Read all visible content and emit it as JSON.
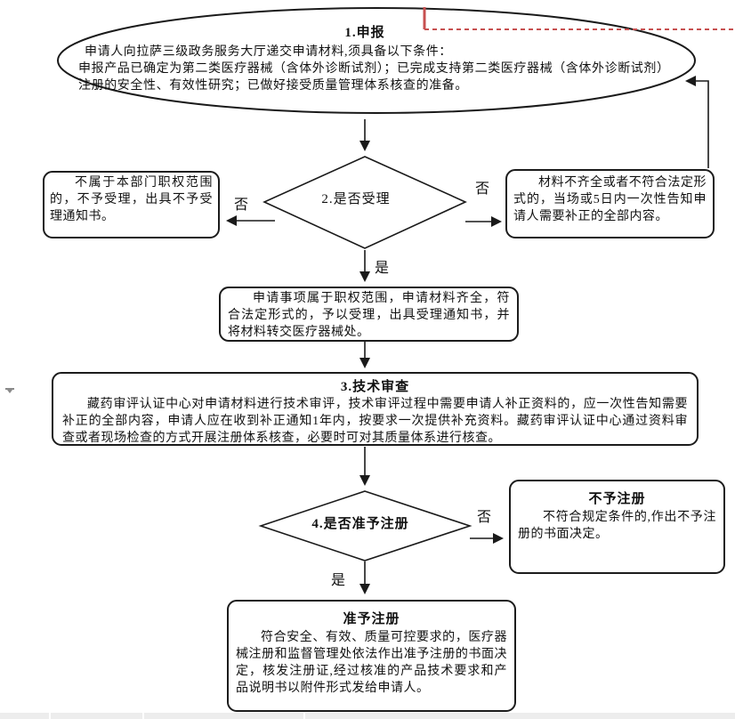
{
  "colors": {
    "line": "#1a1a1a",
    "annotation_red": "#c75050",
    "bottom_bar": "#ededed"
  },
  "flowchart": {
    "step1": {
      "title": "1.申报",
      "line1": "申请人向拉萨三级政务服务大厅递交申请材料,须具备以下条件：",
      "line2": "申报产品已确定为第二类医疗器械（含体外诊断试剂）；已完成支持第二类医疗器械（含体外诊断试剂）",
      "line3": "注册的安全性、有效性研究；已做好接受质量管理体系核查的准备。"
    },
    "decision1": {
      "label": "2.是否受理",
      "no_left": "否",
      "no_right": "否",
      "yes": "是"
    },
    "not_accepted": {
      "text": "不属于本部门职权范围的，不予受理，出具不予受理通知书。"
    },
    "supplement": {
      "text": "材料不齐全或者不符合法定形式的，当场或5日内一次性告知申请人需要补正的全部内容。"
    },
    "accepted": {
      "text": "申请事项属于职权范围，申请材料齐全，符合法定形式的，予以受理，出具受理通知书，并将材料转交医疗器械处。"
    },
    "step3": {
      "title": "3.技术审查",
      "text": "藏药审评认证中心对申请材料进行技术审评，技术审评过程中需要申请人补正资料的，应一次性告知需要补正的全部内容，申请人应在收到补正通知1年内，按要求一次提供补充资料。藏药审评认证中心通过资料审查或者现场检查的方式开展注册体系核查，必要时可对其质量体系进行核查。"
    },
    "decision2": {
      "label": "4.是否准予注册",
      "no": "否",
      "yes": "是"
    },
    "deny": {
      "title": "不予注册",
      "text": "不符合规定条件的,作出不予注册的书面决定。"
    },
    "grant": {
      "title": "准予注册",
      "text": "符合安全、有效、质量可控要求的，医疗器械注册和监督管理处依法作出准予注册的书面决定，核发注册证,经过核准的产品技术要求和产品说明书以附件形式发给申请人。"
    }
  }
}
